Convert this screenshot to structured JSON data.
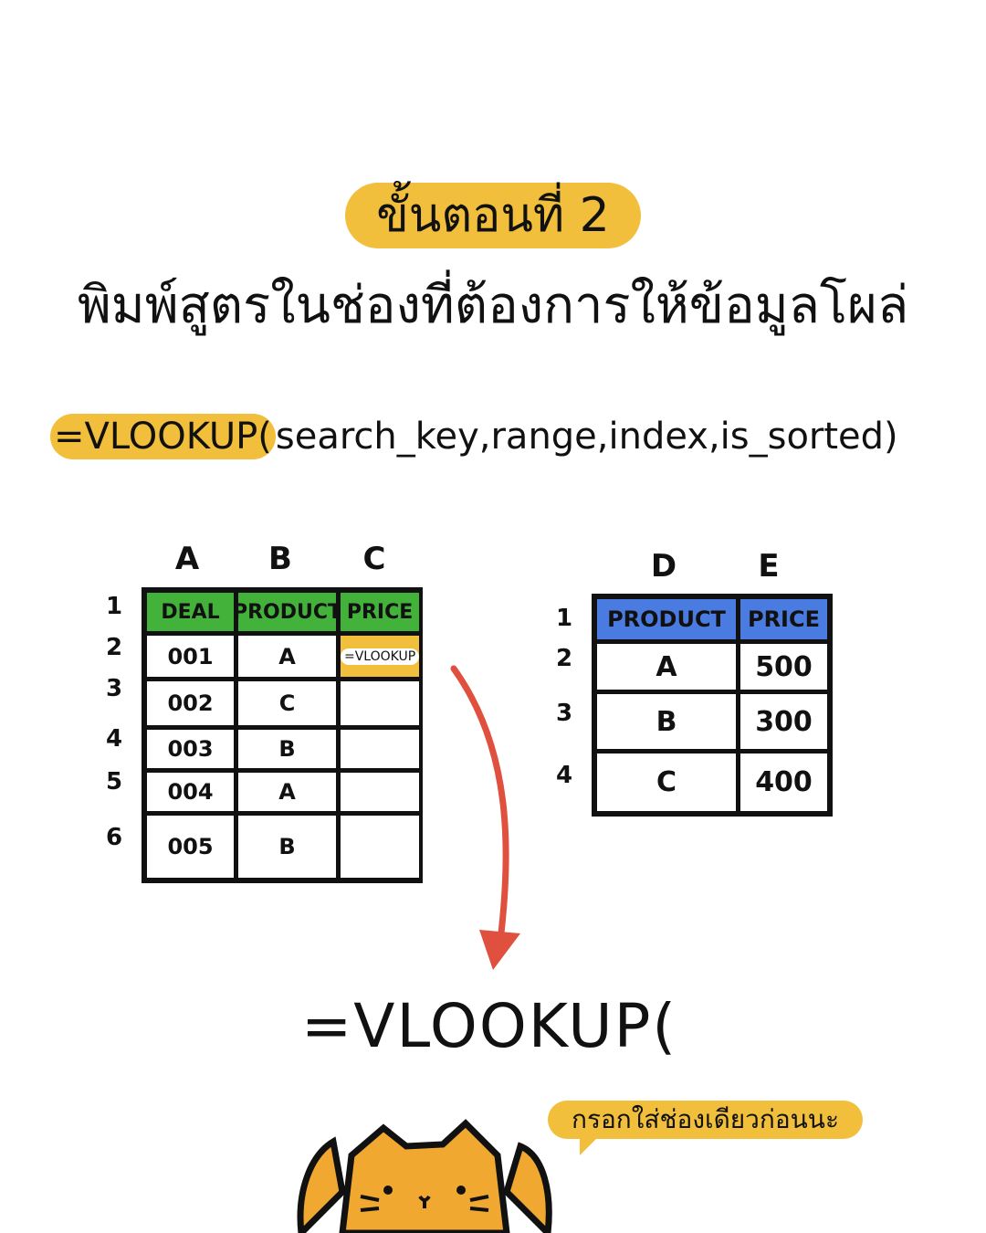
{
  "header": {
    "step": "ขั้นตอนที่ 2",
    "subtitle": "พิมพ์สูตรในช่องที่ต้องการให้ข้อมูลโผล่"
  },
  "syntax": {
    "function": "=VLOOKUP(",
    "args": "search_key,range,index,is_sorted)"
  },
  "left_table": {
    "columns": [
      "A",
      "B",
      "C"
    ],
    "row_numbers": [
      "1",
      "2",
      "3",
      "4",
      "5",
      "6"
    ],
    "headers": [
      "DEAL",
      "PRODUCT",
      "PRICE"
    ],
    "rows": [
      [
        "001",
        "A",
        "=VLOOKUP"
      ],
      [
        "002",
        "C",
        ""
      ],
      [
        "003",
        "B",
        ""
      ],
      [
        "004",
        "A",
        ""
      ],
      [
        "005",
        "B",
        ""
      ]
    ]
  },
  "right_table": {
    "columns": [
      "D",
      "E"
    ],
    "row_numbers": [
      "1",
      "2",
      "3",
      "4"
    ],
    "headers": [
      "PRODUCT",
      "PRICE"
    ],
    "rows": [
      [
        "A",
        "500"
      ],
      [
        "B",
        "300"
      ],
      [
        "C",
        "400"
      ]
    ]
  },
  "typed_formula": "=VLOOKUP(",
  "cat_speech": "กรอกใส่ช่องเดียวก่อนนะ",
  "colors": {
    "highlight": "#f2bf3c",
    "green_header": "#42b23a",
    "blue_header": "#4a7be0",
    "arrow": "#e0503f",
    "cat": "#f0a830"
  }
}
